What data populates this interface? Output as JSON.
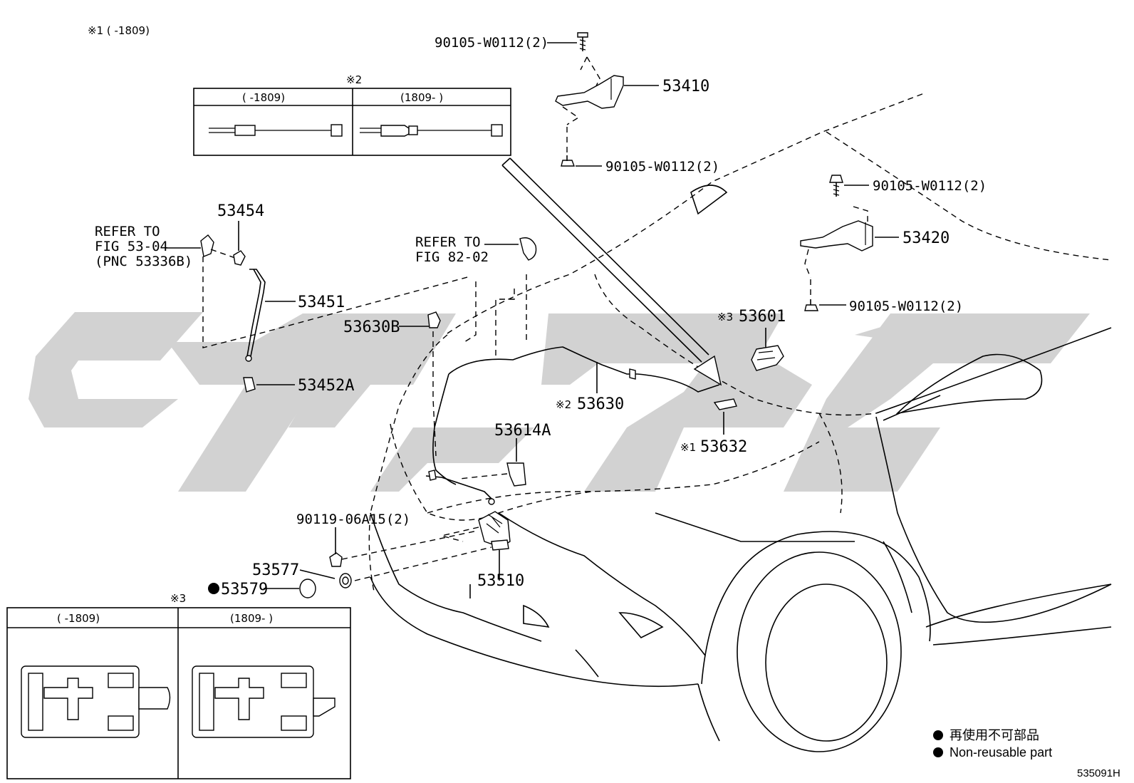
{
  "note_1": "※1 (      -1809)",
  "note_2_mark": "※2",
  "note_2_cols": [
    "(      -1809)",
    "(1809-      )"
  ],
  "note_3_mark": "※3",
  "note_3_cols": [
    "(      -1809)",
    "(1809-      )"
  ],
  "labels": {
    "bolt_top": "90105-W0112(2)",
    "hinge_left": "53410",
    "bolt_left_lower": "90105-W0112(2)",
    "bolt_right_upper": "90105-W0112(2)",
    "hinge_right": "53420",
    "bolt_right_lower": "90105-W0112(2)",
    "refer_53": "REFER TO",
    "refer_53_fig": "FIG 53-04",
    "refer_53_pnc": "(PNC 53336B)",
    "p53454": "53454",
    "p53451": "53451",
    "p53452a": "53452A",
    "refer_82": "REFER TO",
    "refer_82_fig": "FIG 82-02",
    "p53630b": "53630B",
    "p53601_mark": "※3",
    "p53601": "53601",
    "p53630_mark": "※2",
    "p53630": "53630",
    "p53614a": "53614A",
    "p53632_mark": "※1",
    "p53632": "53632",
    "p90119": "90119-06A15(2)",
    "p53577": "53577",
    "p53579": "53579",
    "p53510": "53510"
  },
  "legend": {
    "jp": "再使用不可部品",
    "en": "Non-reusable part"
  },
  "figure_code": "535091H",
  "colors": {
    "ink": "#000000",
    "watermark": "#d2d2d2"
  }
}
